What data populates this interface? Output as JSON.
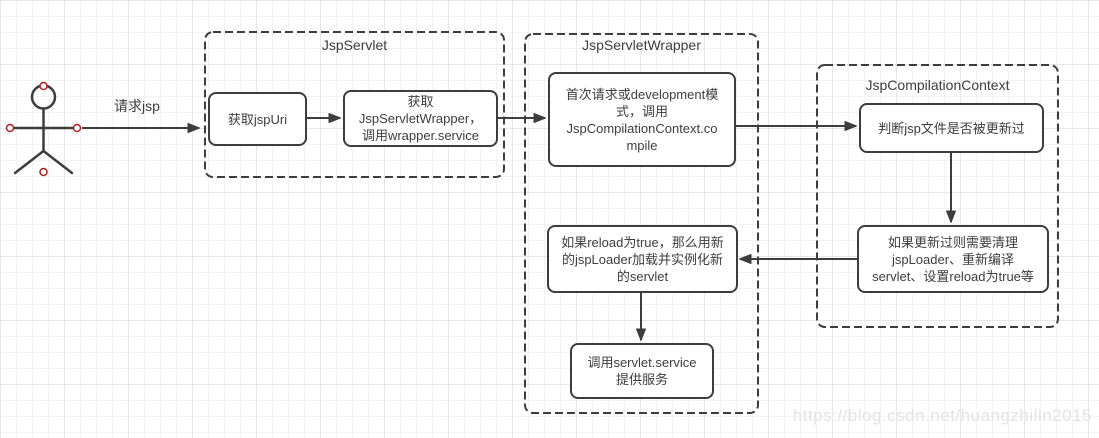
{
  "request_label": "请求jsp",
  "containers": {
    "jsp_servlet": {
      "title": "JspServlet"
    },
    "jsp_servlet_wrapper": {
      "title": "JspServletWrapper"
    },
    "jsp_compilation_context": {
      "title": "JspCompilationContext"
    }
  },
  "nodes": {
    "get_jsp_uri": {
      "text": "获取jspUri"
    },
    "get_wrapper_call_service": {
      "text": "获取\nJspServletWrapper，\n调用wrapper.service"
    },
    "first_request_compile": {
      "text": "首次请求或development模\n式，调用\nJspCompilationContext.co\nmpile"
    },
    "reload_new_loader": {
      "text": "如果reload为true，那么用新\n的jspLoader加载并实例化新\n的servlet"
    },
    "call_servlet_service": {
      "text": "调用servlet.service\n提供服务"
    },
    "check_jsp_updated": {
      "text": "判断jsp文件是否被更新过"
    },
    "if_updated_cleanup": {
      "text": "如果更新过则需要清理\njspLoader、重新编译\nservlet、设置reload为true等"
    }
  },
  "watermark": {
    "text": "https://blog.csdn.net/huangzhilin2015"
  },
  "colors": {
    "stroke": "#3d3d3d",
    "connection_point_red": "#b02020",
    "node_fill": "#ffffff",
    "grid_minor": "#f3f3f3",
    "grid_major": "#e7e7e7",
    "watermark": "#e3e3e3"
  }
}
